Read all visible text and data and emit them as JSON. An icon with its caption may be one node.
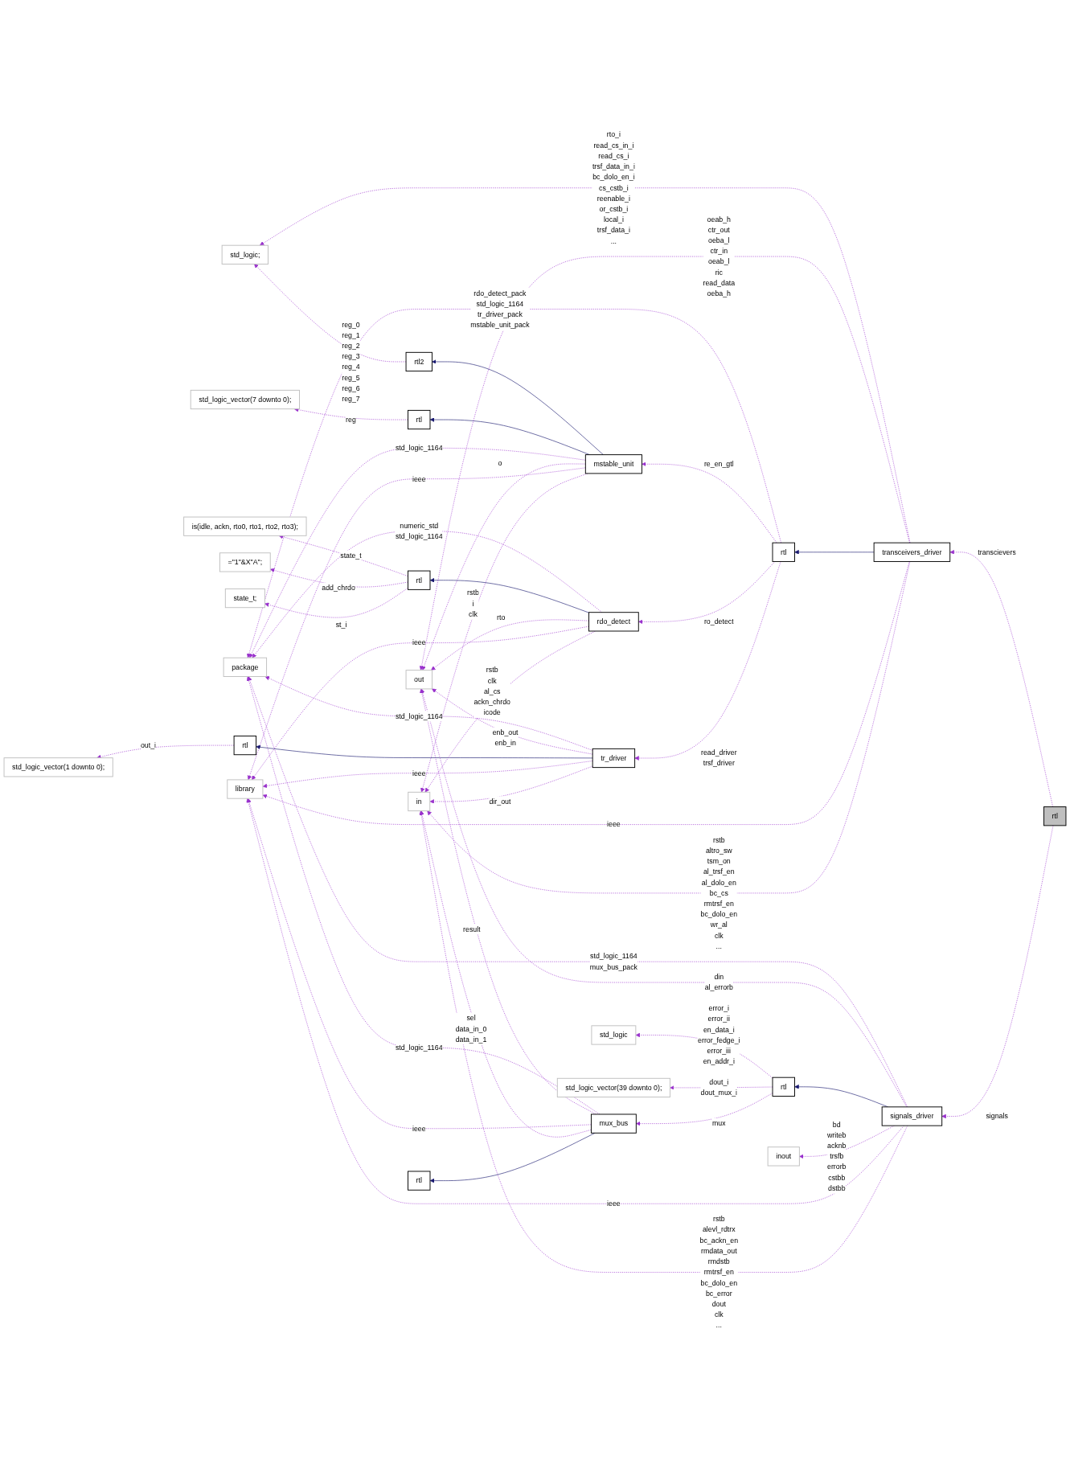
{
  "diagram": {
    "nodes": [
      {
        "text": [
          "std_logic;"
        ]
      },
      {
        "text": [
          "rtl2"
        ]
      },
      {
        "text": [
          "rtl"
        ]
      },
      {
        "text": [
          "std_logic_vector(7 downto 0);"
        ]
      },
      {
        "text": [
          "package"
        ]
      },
      {
        "text": [
          "mstable_unit"
        ]
      },
      {
        "text": [
          "is(idle, ackn, rto0, rto1, rto2, rto3);"
        ]
      },
      {
        "text": [
          "=\"1\"&X\"A\";"
        ]
      },
      {
        "text": [
          "rtl"
        ]
      },
      {
        "text": [
          "state_t;"
        ]
      },
      {
        "text": [
          "rtl"
        ]
      },
      {
        "text": [
          "rdo_detect"
        ]
      },
      {
        "text": [
          "out"
        ]
      },
      {
        "text": [
          "transceivers_driver"
        ]
      },
      {
        "text": [
          "tr_driver"
        ]
      },
      {
        "text": [
          "std_logic_vector(1 downto 0);"
        ]
      },
      {
        "text": [
          "rtl"
        ]
      },
      {
        "text": [
          "rtl"
        ]
      },
      {
        "text": [
          "library"
        ]
      },
      {
        "text": [
          "std_logic"
        ]
      },
      {
        "text": [
          "std_logic_vector(39 downto 0);"
        ]
      },
      {
        "text": [
          "rtl"
        ]
      },
      {
        "text": [
          "signals_driver"
        ]
      },
      {
        "text": [
          "mux_bus"
        ]
      },
      {
        "text": [
          "in"
        ]
      },
      {
        "text": [
          "inout"
        ]
      },
      {
        "text": [
          "rtl"
        ]
      }
    ],
    "edges": [
      {
        "from": 1,
        "to": 0,
        "arrow": "to",
        "style": "dashed",
        "label": "reg_0 reg_1 reg_2 reg_3 reg_4 reg_5 reg_6 reg_7"
      },
      {
        "from": 13,
        "to": 0,
        "arrow": "to",
        "style": "dashed",
        "label": "rto_i read_cs_in_i read_cs_i trsf_data_in_i bc_dolo_en_i cs_cstb_i reenable_i or_cstb_i local_i trsf_data_i ..."
      },
      {
        "from": 5,
        "to": 1,
        "arrow": "to",
        "color": "#191970"
      },
      {
        "from": 5,
        "to": 2,
        "arrow": "to",
        "color": "#191970"
      },
      {
        "from": 2,
        "to": 3,
        "arrow": "to",
        "style": "dashed",
        "label": "reg"
      },
      {
        "from": 10,
        "to": 4,
        "arrow": "to",
        "style": "dashed",
        "label": "rdo_detect_pack std_logic_1164 tr_driver_pack mstable_unit_pack"
      },
      {
        "from": 22,
        "to": 4,
        "arrow": "to",
        "style": "dashed",
        "label": "std_logic_1164 mux_bus_pack"
      },
      {
        "from": 5,
        "to": 4,
        "arrow": "to",
        "style": "dashed",
        "label": "std_logic_1164"
      },
      {
        "from": 11,
        "to": 4,
        "arrow": "to",
        "style": "dashed",
        "label": "numeric_std std_logic_1164"
      },
      {
        "from": 14,
        "to": 4,
        "arrow": "to",
        "style": "dashed",
        "label": "std_logic_1164"
      },
      {
        "from": 23,
        "to": 4,
        "arrow": "to",
        "style": "dashed",
        "label": "std_logic_1164"
      },
      {
        "from": 5,
        "to": 12,
        "arrow": "to",
        "style": "dashed",
        "label": "o"
      },
      {
        "from": 5,
        "to": 18,
        "arrow": "to",
        "style": "dashed",
        "label": "ieee"
      },
      {
        "from": 5,
        "to": 24,
        "arrow": "to",
        "style": "dashed",
        "label": "rstb i clk"
      },
      {
        "from": 8,
        "to": 6,
        "arrow": "to",
        "style": "dashed",
        "label": "state_t"
      },
      {
        "from": 8,
        "to": 7,
        "arrow": "to",
        "style": "dashed",
        "label": "add_chrdo"
      },
      {
        "from": 8,
        "to": 9,
        "arrow": "to",
        "style": "dashed",
        "label": "st_i"
      },
      {
        "from": 11,
        "to": 8,
        "arrow": "to",
        "color": "#191970"
      },
      {
        "from": 10,
        "to": 5,
        "arrow": "to",
        "style": "dashed",
        "label": "re_en_gtl"
      },
      {
        "from": 13,
        "to": 12,
        "arrow": "to",
        "style": "dashed",
        "label": "oeab_h ctr_out oeba_l ctr_in oeab_l ric read_data oeba_h"
      },
      {
        "from": 11,
        "to": 12,
        "arrow": "to",
        "style": "dashed",
        "label": "rto"
      },
      {
        "from": 10,
        "to": 11,
        "arrow": "to",
        "style": "dashed",
        "label": "ro_detect"
      },
      {
        "from": 10,
        "to": 14,
        "arrow": "to",
        "style": "dashed",
        "label": "read_driver trsf_driver"
      },
      {
        "from": 13,
        "to": 10,
        "arrow": "to",
        "color": "#191970"
      },
      {
        "from": 14,
        "to": 12,
        "arrow": "to",
        "style": "dashed",
        "label": "enb_out enb_in"
      },
      {
        "from": 11,
        "to": 18,
        "arrow": "to",
        "style": "dashed",
        "label": "ieee"
      },
      {
        "from": 14,
        "to": 16,
        "arrow": "to",
        "color": "#191970"
      },
      {
        "from": 16,
        "to": 15,
        "arrow": "to",
        "style": "dashed",
        "label": "out_i"
      },
      {
        "from": 17,
        "to": 13,
        "arrow": "to",
        "style": "dashed",
        "label": "transcievers"
      },
      {
        "from": 22,
        "to": 12,
        "arrow": "to",
        "style": "dashed",
        "label": "din al_errorb"
      },
      {
        "from": 14,
        "to": 18,
        "arrow": "to",
        "style": "dashed",
        "label": "ieee"
      },
      {
        "from": 13,
        "to": 18,
        "arrow": "to",
        "style": "dashed",
        "label": "ieee"
      },
      {
        "from": 23,
        "to": 12,
        "arrow": "to",
        "style": "dashed",
        "label": "result"
      },
      {
        "from": 23,
        "to": 18,
        "arrow": "to",
        "style": "dashed",
        "label": "ieee"
      },
      {
        "from": 17,
        "to": 22,
        "arrow": "to",
        "style": "dashed",
        "label": "signals"
      },
      {
        "from": 21,
        "to": 19,
        "arrow": "to",
        "style": "dashed",
        "label": "error_i error_ii en_data_i error_fedge_i error_iii en_addr_i"
      },
      {
        "from": 21,
        "to": 20,
        "arrow": "to",
        "style": "dashed",
        "label": "dout_i dout_mux_i"
      },
      {
        "from": 21,
        "to": 23,
        "arrow": "to",
        "style": "dashed",
        "label": "mux"
      },
      {
        "from": 22,
        "to": 21,
        "arrow": "to",
        "color": "#191970"
      },
      {
        "from": 11,
        "to": 24,
        "arrow": "to",
        "style": "dashed",
        "label": "rstb clk al_cs ackn_chrdo icode"
      },
      {
        "from": 14,
        "to": 24,
        "arrow": "to",
        "style": "dashed",
        "label": "dir_out"
      },
      {
        "from": 23,
        "to": 24,
        "arrow": "to",
        "style": "dashed",
        "label": "sel data_in_0 data_in_1"
      },
      {
        "from": 13,
        "to": 24,
        "arrow": "to",
        "style": "dashed",
        "label": "rstb altro_sw tsm_on al_trsf_en al_dolo_en bc_cs rmtrsf_en bc_dolo_en wr_al clk ..."
      },
      {
        "from": 22,
        "to": 25,
        "arrow": "to",
        "style": "dashed",
        "label": "bd writeb acknb trsfb errorb cstbb dstbb"
      },
      {
        "from": 22,
        "to": 18,
        "arrow": "to",
        "style": "dashed",
        "label": "ieee"
      },
      {
        "from": 22,
        "to": 24,
        "arrow": "to",
        "style": "dashed",
        "label": "rstb alevl_rdtrx bc_ackn_en rmdata_out rmdstb rmtrsf_en bc_dolo_en bc_error dout clk ..."
      },
      {
        "from": 23,
        "to": 26,
        "arrow": "to",
        "color": "#191970"
      }
    ]
  }
}
